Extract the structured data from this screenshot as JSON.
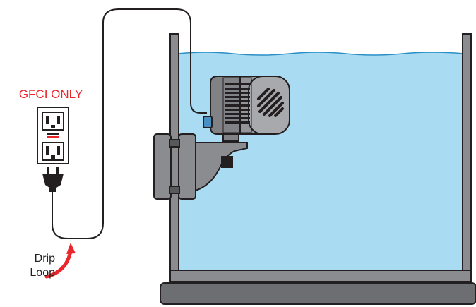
{
  "labels": {
    "gfci": "GFCI ONLY",
    "drip_line1": "Drip",
    "drip_line2": "Loop"
  },
  "colors": {
    "warning_red": "#e8262b",
    "water": "#a9dcf3",
    "water_line": "#2a8ec5",
    "tank_frame": "#6d6e71",
    "pump_body": "#808285",
    "pump_knob": "#4a8fc2",
    "cord": "#231f20"
  },
  "icons": [
    "outlet-icon",
    "plug-icon",
    "drip-arrow-icon"
  ]
}
